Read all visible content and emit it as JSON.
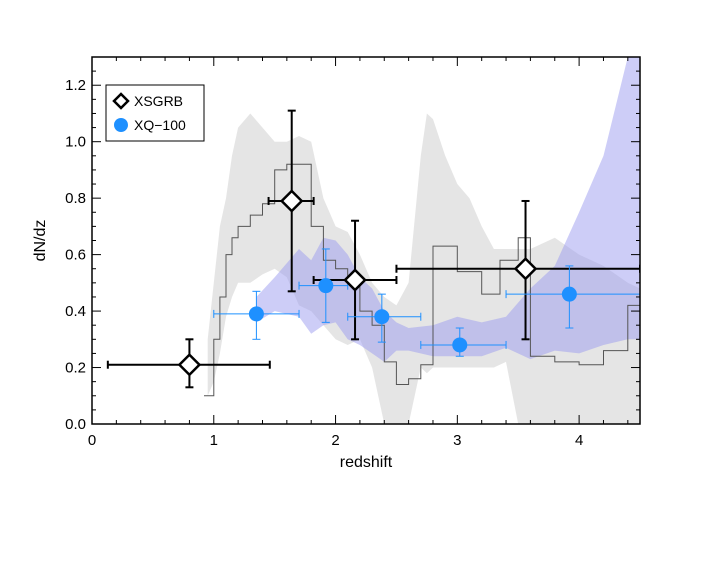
{
  "chart_data": {
    "type": "scatter",
    "title": "",
    "xlabel": "redshift",
    "ylabel": "dN/dz",
    "xlim": [
      0,
      4.5
    ],
    "ylim": [
      0,
      1.3
    ],
    "x_ticks": [
      0,
      1,
      2,
      3,
      4
    ],
    "x_tick_labels": [
      "0",
      "1",
      "2",
      "3",
      "4"
    ],
    "y_ticks": [
      0.0,
      0.2,
      0.4,
      0.6,
      0.8,
      1.0,
      1.2
    ],
    "y_tick_labels": [
      "0.0",
      "0.2",
      "0.4",
      "0.6",
      "0.8",
      "1.0",
      "1.2"
    ],
    "legend": {
      "position": "top-left",
      "entries": [
        {
          "label": "XSGRB",
          "marker": "open-diamond",
          "color": "#000000"
        },
        {
          "label": "XQ−100",
          "marker": "filled-circle",
          "color": "#1e90ff"
        }
      ]
    },
    "series": [
      {
        "name": "XSGRB",
        "marker": "open-diamond",
        "color": "#000000",
        "points": [
          {
            "x": 0.8,
            "y": 0.21,
            "xlo": 0.13,
            "xhi": 1.46,
            "ylo": 0.13,
            "yhi": 0.3
          },
          {
            "x": 1.64,
            "y": 0.79,
            "xlo": 1.45,
            "xhi": 1.82,
            "ylo": 0.47,
            "yhi": 1.11
          },
          {
            "x": 2.16,
            "y": 0.51,
            "xlo": 1.82,
            "xhi": 2.5,
            "ylo": 0.3,
            "yhi": 0.72
          },
          {
            "x": 3.56,
            "y": 0.55,
            "xlo": 2.5,
            "xhi": 4.5,
            "ylo": 0.3,
            "yhi": 0.79
          }
        ]
      },
      {
        "name": "XQ−100",
        "marker": "filled-circle",
        "color": "#1e90ff",
        "points": [
          {
            "x": 1.35,
            "y": 0.39,
            "xlo": 1.0,
            "xhi": 1.7,
            "ylo": 0.3,
            "yhi": 0.47
          },
          {
            "x": 1.92,
            "y": 0.49,
            "xlo": 1.7,
            "xhi": 2.1,
            "ylo": 0.36,
            "yhi": 0.62
          },
          {
            "x": 2.38,
            "y": 0.38,
            "xlo": 2.1,
            "xhi": 2.7,
            "ylo": 0.29,
            "yhi": 0.46
          },
          {
            "x": 3.02,
            "y": 0.28,
            "xlo": 2.7,
            "xhi": 3.4,
            "ylo": 0.24,
            "yhi": 0.34
          },
          {
            "x": 3.92,
            "y": 0.46,
            "xlo": 3.4,
            "xhi": 4.5,
            "ylo": 0.34,
            "yhi": 0.56
          }
        ]
      }
    ],
    "bands": [
      {
        "color": "#dcdcdc",
        "opacity": 0.75,
        "x": [
          0.95,
          1.0,
          1.05,
          1.1,
          1.15,
          1.2,
          1.3,
          1.4,
          1.5,
          1.6,
          1.7,
          1.8,
          1.9,
          2.0,
          2.1,
          2.2,
          2.3,
          2.4,
          2.5,
          2.6,
          2.7,
          2.75,
          2.8,
          2.9,
          3.0,
          3.1,
          3.2,
          3.3,
          3.4,
          3.5,
          3.6,
          3.8,
          4.0,
          4.2,
          4.4,
          4.5
        ],
        "lo": [
          0.1,
          0.15,
          0.25,
          0.38,
          0.45,
          0.5,
          0.5,
          0.53,
          0.55,
          0.52,
          0.42,
          0.4,
          0.35,
          0.3,
          0.28,
          0.3,
          0.2,
          0.0,
          0.0,
          0.0,
          0.2,
          0.18,
          0.2,
          0.2,
          0.2,
          0.2,
          0.2,
          0.2,
          0.22,
          0.0,
          0.0,
          0.0,
          0.0,
          0.0,
          0.0,
          0.0
        ],
        "hi": [
          0.3,
          0.5,
          0.7,
          0.8,
          0.95,
          1.05,
          1.1,
          1.05,
          1.0,
          1.0,
          1.02,
          1.0,
          0.8,
          0.7,
          0.68,
          0.6,
          0.5,
          0.45,
          0.42,
          0.5,
          0.95,
          1.1,
          1.08,
          0.95,
          0.85,
          0.8,
          0.7,
          0.62,
          0.62,
          0.62,
          0.62,
          0.66,
          0.6,
          0.56,
          0.5,
          0.48
        ]
      },
      {
        "color": "#9c9cf0",
        "opacity": 0.5,
        "x": [
          1.35,
          1.5,
          1.7,
          1.8,
          1.9,
          2.0,
          2.1,
          2.2,
          2.3,
          2.4,
          2.5,
          2.6,
          2.8,
          3.0,
          3.2,
          3.4,
          3.6,
          3.8,
          4.0,
          4.2,
          4.4,
          4.5
        ],
        "lo": [
          0.36,
          0.4,
          0.38,
          0.32,
          0.35,
          0.36,
          0.3,
          0.28,
          0.25,
          0.22,
          0.26,
          0.26,
          0.24,
          0.24,
          0.24,
          0.27,
          0.23,
          0.26,
          0.25,
          0.28,
          0.3,
          0.3
        ],
        "hi": [
          0.45,
          0.52,
          0.62,
          0.58,
          0.66,
          0.65,
          0.6,
          0.52,
          0.48,
          0.4,
          0.36,
          0.34,
          0.35,
          0.38,
          0.36,
          0.38,
          0.48,
          0.56,
          0.75,
          0.95,
          1.3,
          1.3
        ]
      }
    ],
    "lines": [
      {
        "color": "#555555",
        "x": [
          0.92,
          1.0,
          1.05,
          1.1,
          1.15,
          1.2,
          1.3,
          1.4,
          1.5,
          1.6,
          1.7,
          1.8,
          1.9,
          2.0,
          2.1,
          2.2,
          2.3,
          2.4,
          2.5,
          2.6,
          2.7,
          2.8,
          3.0,
          3.2,
          3.35,
          3.5,
          3.6,
          3.8,
          4.0,
          4.2,
          4.4,
          4.5
        ],
        "y": [
          0.1,
          0.3,
          0.45,
          0.6,
          0.66,
          0.7,
          0.74,
          0.78,
          0.9,
          0.92,
          0.92,
          0.7,
          0.58,
          0.55,
          0.52,
          0.4,
          0.35,
          0.22,
          0.14,
          0.16,
          0.21,
          0.63,
          0.54,
          0.46,
          0.58,
          0.66,
          0.24,
          0.22,
          0.21,
          0.26,
          0.42,
          0.44
        ]
      }
    ]
  }
}
